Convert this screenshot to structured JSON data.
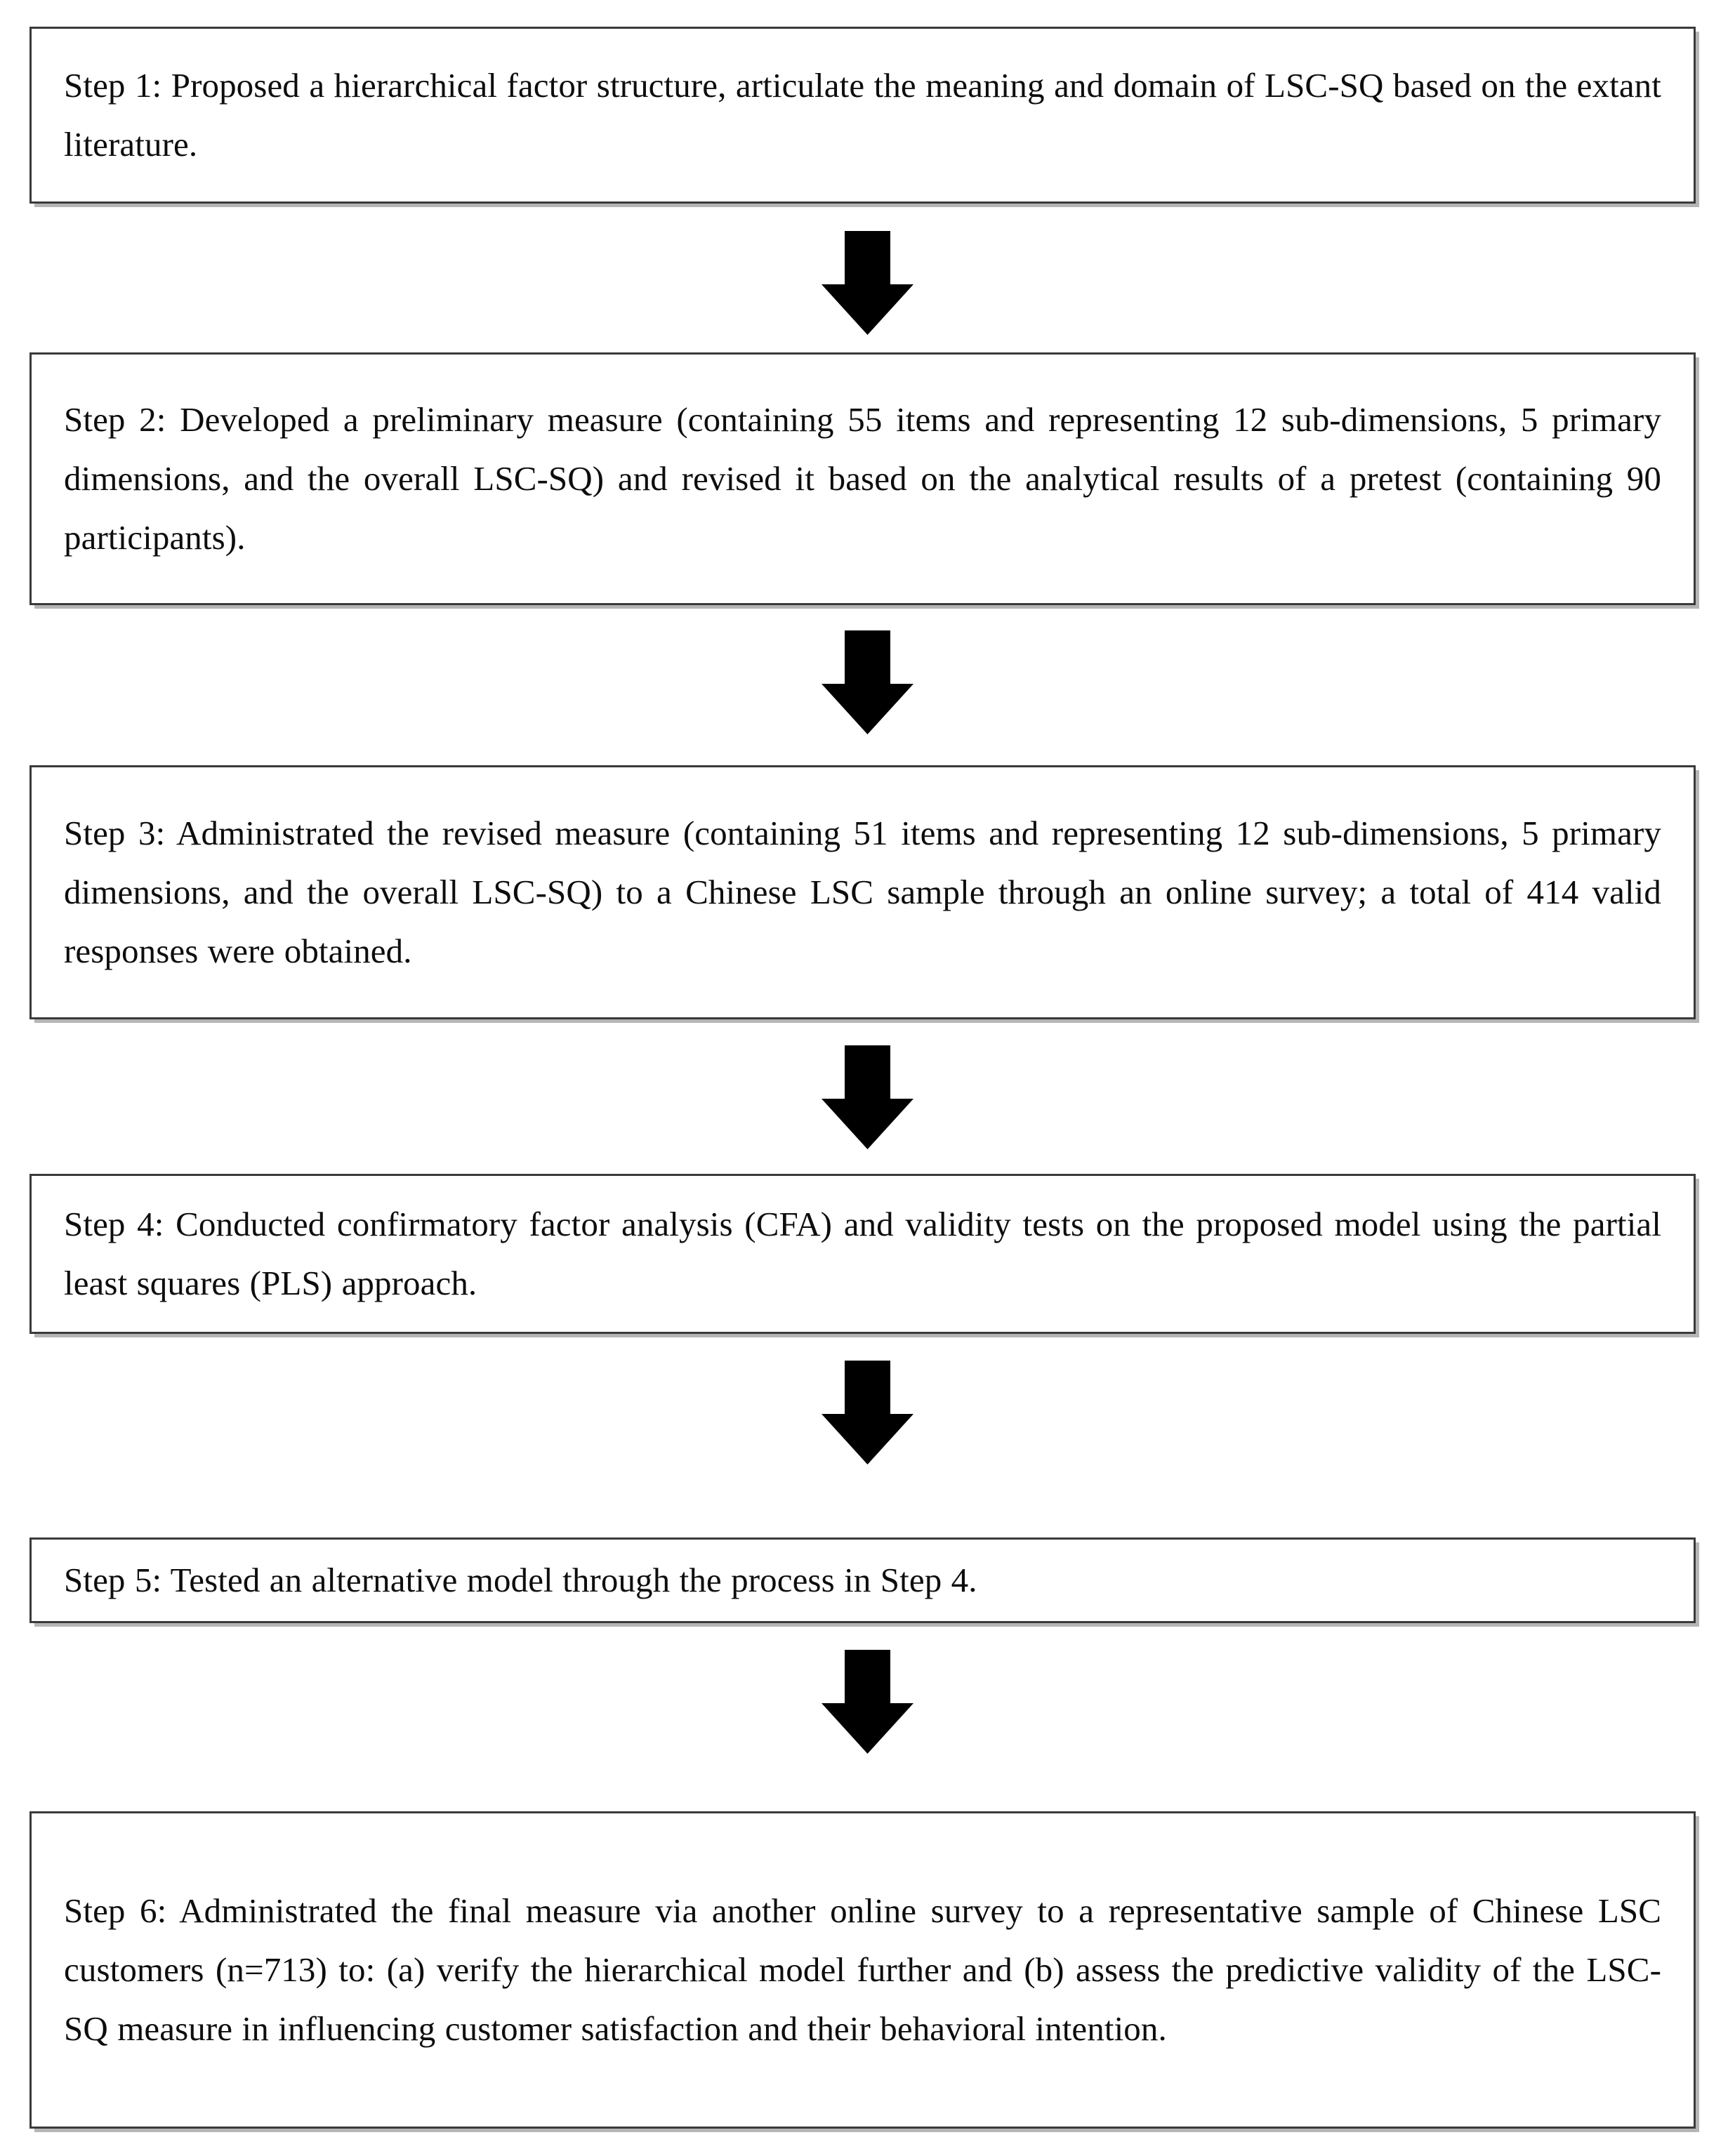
{
  "figure": {
    "type": "process-flowchart",
    "orientation": "vertical",
    "step_count": 6,
    "arrow_count": 5,
    "colors": {
      "box_border": "#3a3a3a",
      "box_fill": "#ffffff",
      "box_shadow": "#787878",
      "arrow_fill": "#000000",
      "text": "#0d0d0d",
      "page_background": "#ffffff"
    }
  },
  "steps": [
    {
      "id": "step-1",
      "label": "Step 1",
      "text": "Step 1: Proposed a hierarchical factor structure, articulate the meaning and domain of LSC-SQ based on the extant literature."
    },
    {
      "id": "step-2",
      "label": "Step 2",
      "text": "Step 2: Developed a preliminary measure (containing 55 items and representing 12 sub-dimensions, 5 primary dimensions, and the overall LSC-SQ) and revised it based on the analytical results of a pretest (containing 90 participants)."
    },
    {
      "id": "step-3",
      "label": "Step 3",
      "text": "Step 3: Administrated the revised measure (containing 51 items and representing 12 sub-dimensions, 5 primary dimensions, and the overall LSC-SQ) to a Chinese LSC sample through an online survey; a total of 414 valid responses were obtained."
    },
    {
      "id": "step-4",
      "label": "Step 4",
      "text": "Step 4: Conducted confirmatory factor analysis (CFA) and validity tests on the proposed model using the partial least squares (PLS) approach."
    },
    {
      "id": "step-5",
      "label": "Step 5",
      "text": "Step 5: Tested an alternative model through the process in Step 4."
    },
    {
      "id": "step-6",
      "label": "Step 6",
      "text": "Step 6: Administrated the final measure via another online survey to a representative sample of Chinese LSC customers (n=713) to: (a) verify the hierarchical model further and (b) assess the predictive validity of the LSC-SQ measure in influencing customer satisfaction and their behavioral intention."
    }
  ],
  "connectors": [
    {
      "id": "arrow-1",
      "from": "step-1",
      "to": "step-2",
      "direction": "down"
    },
    {
      "id": "arrow-2",
      "from": "step-2",
      "to": "step-3",
      "direction": "down"
    },
    {
      "id": "arrow-3",
      "from": "step-3",
      "to": "step-4",
      "direction": "down"
    },
    {
      "id": "arrow-4",
      "from": "step-4",
      "to": "step-5",
      "direction": "down"
    },
    {
      "id": "arrow-5",
      "from": "step-5",
      "to": "step-6",
      "direction": "down"
    }
  ]
}
